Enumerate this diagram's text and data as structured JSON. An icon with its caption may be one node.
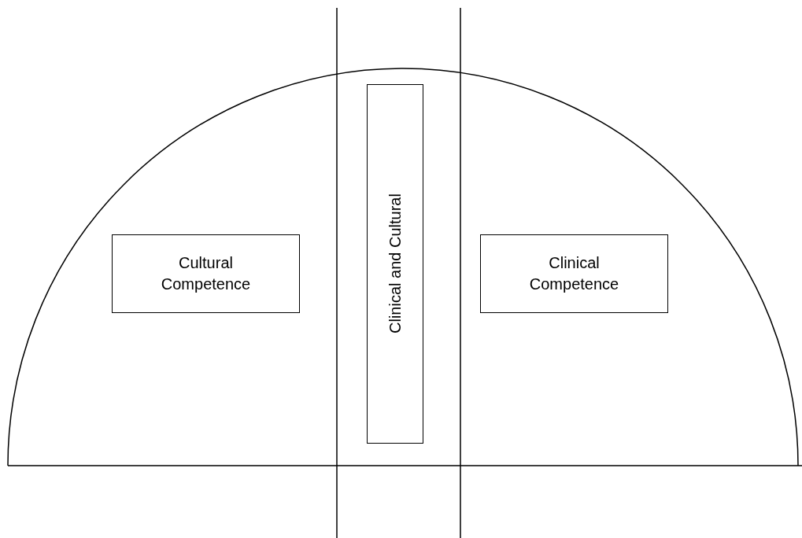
{
  "diagram": {
    "nodes": [
      {
        "text": [
          "Cultural Competence"
        ]
      },
      {
        "text": [
          "Clinical and Cultural"
        ]
      },
      {
        "text": [
          "Clinical Competence"
        ]
      }
    ]
  }
}
